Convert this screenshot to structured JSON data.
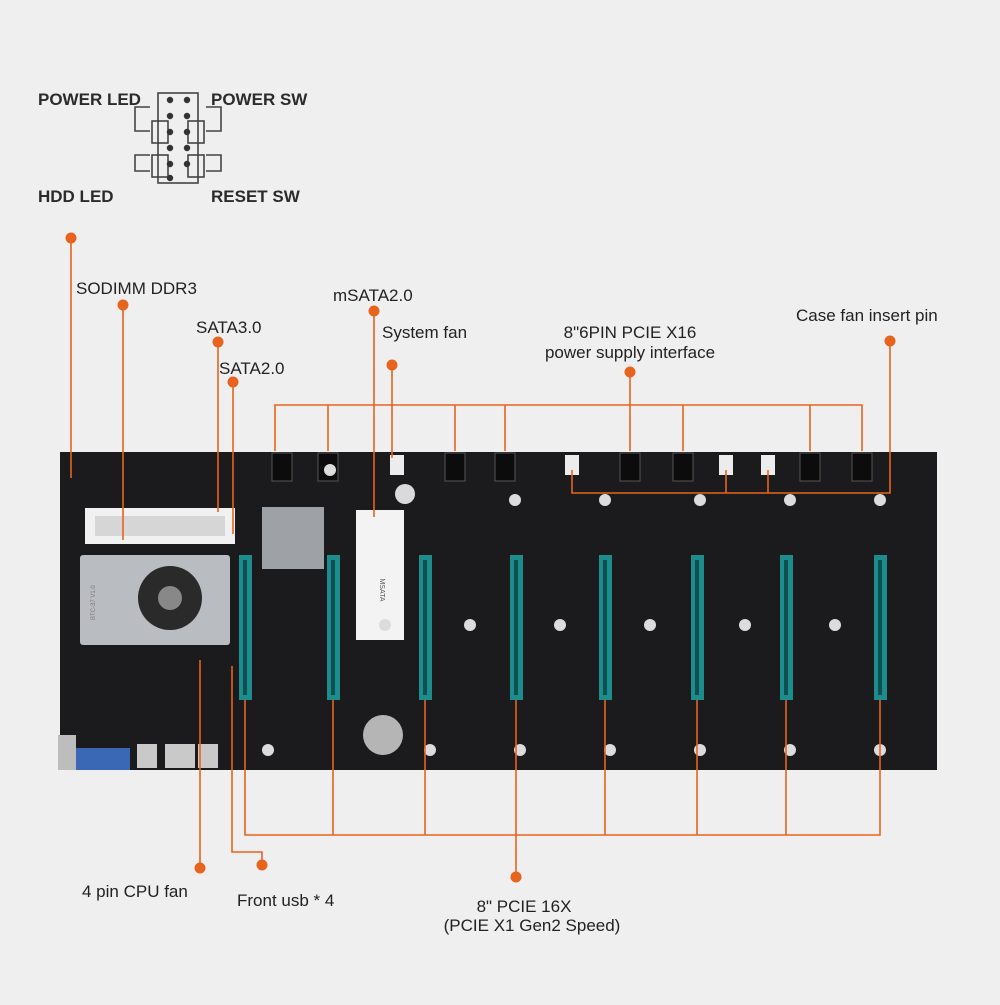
{
  "header_pins": {
    "power_led": "POWER LED",
    "power_sw": "POWER SW",
    "hdd_led": "HDD  LED",
    "reset_sw": "RESET SW"
  },
  "callouts": {
    "sodimm": "SODIMM DDR3",
    "sata3": "SATA3.0",
    "sata2": "SATA2.0",
    "msata": "mSATA2.0",
    "system_fan": "System fan",
    "pcie_power_line1": "8\"6PIN PCIE X16",
    "pcie_power_line2": "power supply interface",
    "case_fan": "Case fan insert pin",
    "cpu_fan": "4 pin CPU fan",
    "front_usb": "Front usb * 4",
    "pcie_slots_line1": "8\" PCIE 16X",
    "pcie_slots_line2": "(PCIE X1 Gen2 Speed)"
  },
  "board_silkscreen": {
    "msata": "MSATA",
    "board_id": "BTC-37 V1.0"
  },
  "colors": {
    "background": "#efefef",
    "accent_line": "#e8641e",
    "board": "#1b1b1d",
    "pcie_slot": "#1d8c8c",
    "heatsink": "#b9bcc0"
  }
}
